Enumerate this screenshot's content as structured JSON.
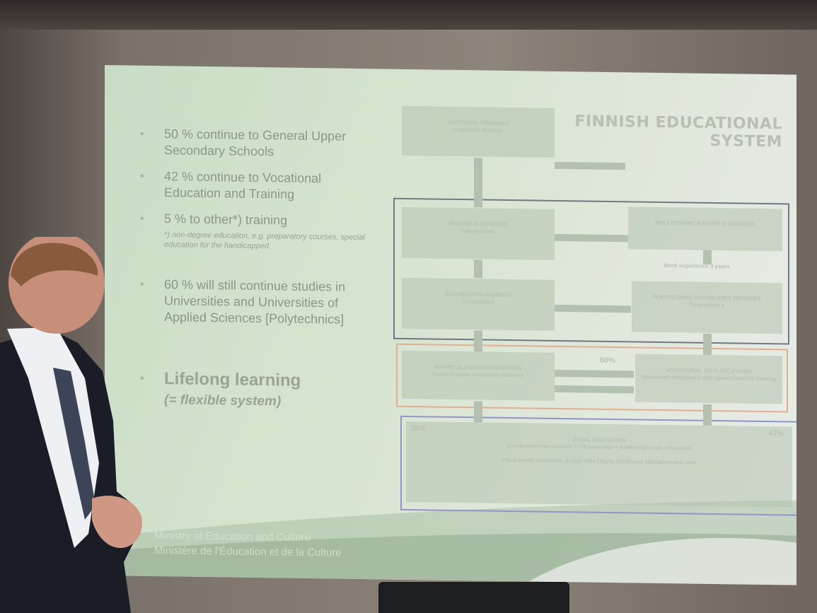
{
  "slide": {
    "bullets": [
      {
        "text": "50 % continue to General Upper Secondary  Schools"
      },
      {
        "text": "42 % continue to Vocational Education and Training"
      },
      {
        "text": "5 % to other*) training",
        "note": "*) non-degree education, e.g. preparatory courses, special education for the handicapped"
      },
      {
        "text": "60 % will still continue studies in Universities and Universities of Applied Sciences [Polytechnics]"
      }
    ],
    "lifelong": {
      "title": "Lifelong learning",
      "sub": "(= flexible system)"
    },
    "footer": {
      "line1": "Ministry of Education and Culture",
      "line2": "Ministère de l'Éducation et de la Culture"
    }
  },
  "diagram": {
    "title_line1": "FINNISH EDUCATIONAL",
    "title_line2": "SYSTEM",
    "doctoral": {
      "title": "DOCTORAL DEGREES",
      "sub": "Licentiate degrees"
    },
    "masters": {
      "title": "MASTER'S DEGREES",
      "sub": "Universities"
    },
    "poly_masters": {
      "title": "POLYTECHNIC MASTER'S DEGREES",
      "sub": ""
    },
    "work_exp": "Work experience 3 years",
    "bachelors": {
      "title": "BACHELOR'S DEGREES",
      "sub": "Universities"
    },
    "poly_bachelors": {
      "title": "POLYTECHNIC BACHELOR'S DEGREES",
      "sub": "Polytechnics"
    },
    "matric": {
      "title": "MATRICULATION EXAMINATION",
      "sub": "General upper secondary schools"
    },
    "vocational": {
      "title": "VOCATIONAL QUALIFICATIONS",
      "sub": "Vocational institutions and apprenticeship training"
    },
    "basic": {
      "title": "BASIC EDUCATION",
      "sub": "Comprehensive schools 7–16 year-olds + Additional basic education",
      "sub2": "Pre-primary education, 6-year-olds  |  Early childhood education and care"
    },
    "pct_left": "50%",
    "pct_right": "42%",
    "pct_mid": "60%"
  }
}
